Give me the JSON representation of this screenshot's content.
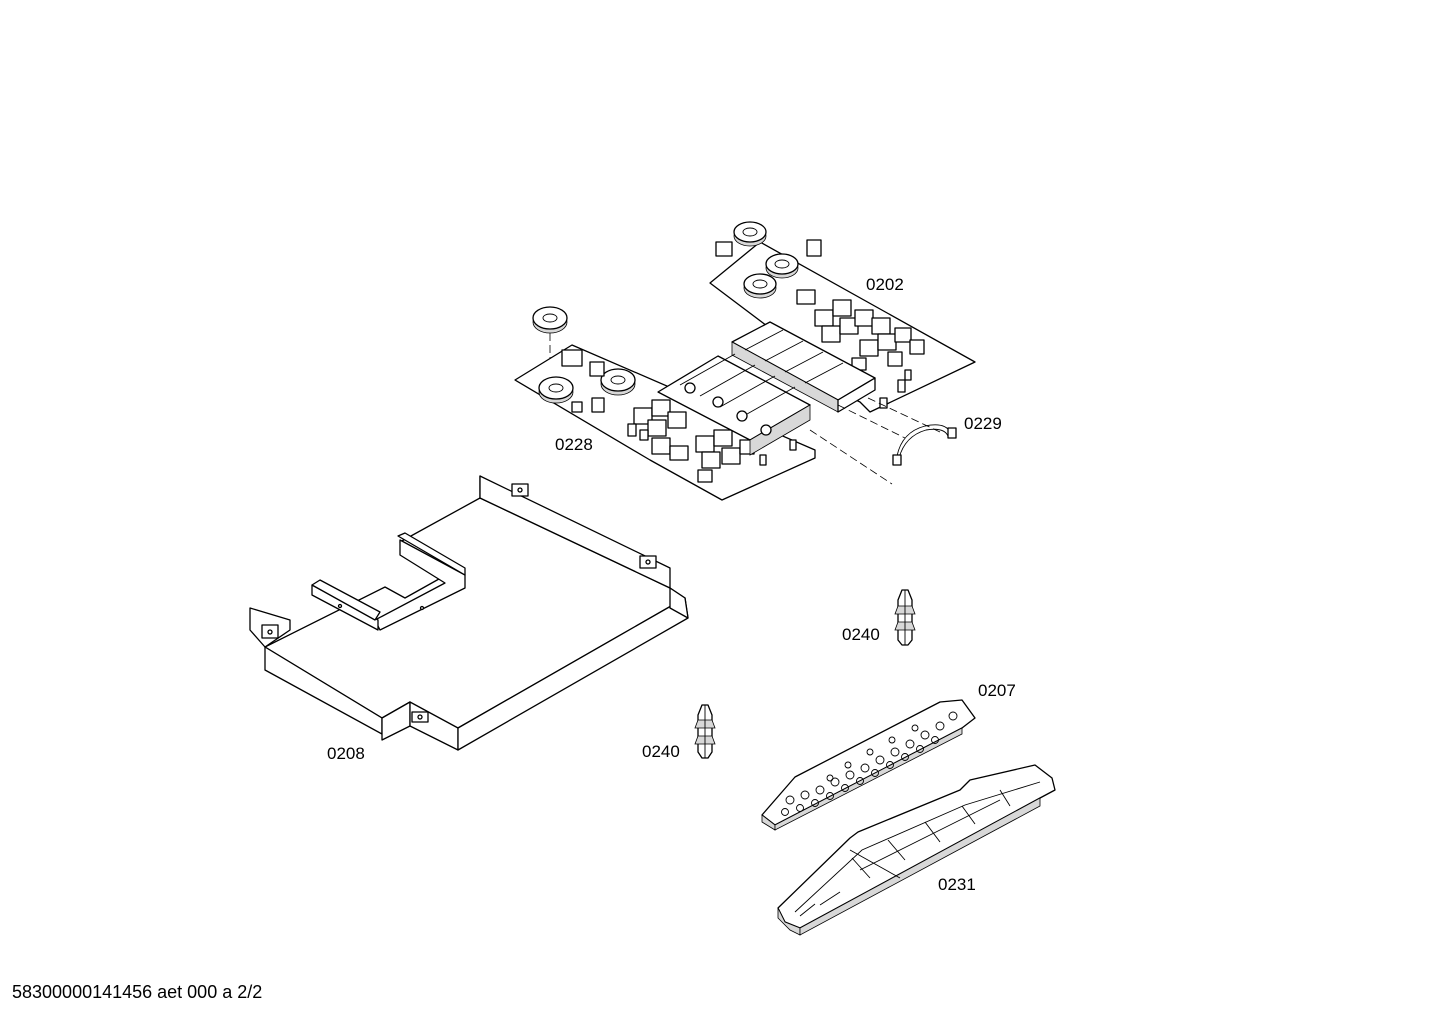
{
  "parts": [
    {
      "id": "board-upper",
      "label": "0202"
    },
    {
      "id": "board-lower",
      "label": "0228"
    },
    {
      "id": "cable",
      "label": "0229"
    },
    {
      "id": "tray",
      "label": "0208"
    },
    {
      "id": "spacer-right",
      "label": "0240"
    },
    {
      "id": "spacer-left",
      "label": "0240"
    },
    {
      "id": "control-board",
      "label": "0207"
    },
    {
      "id": "housing",
      "label": "0231"
    }
  ],
  "footer": "58300000141456 aet 000 a 2/2"
}
